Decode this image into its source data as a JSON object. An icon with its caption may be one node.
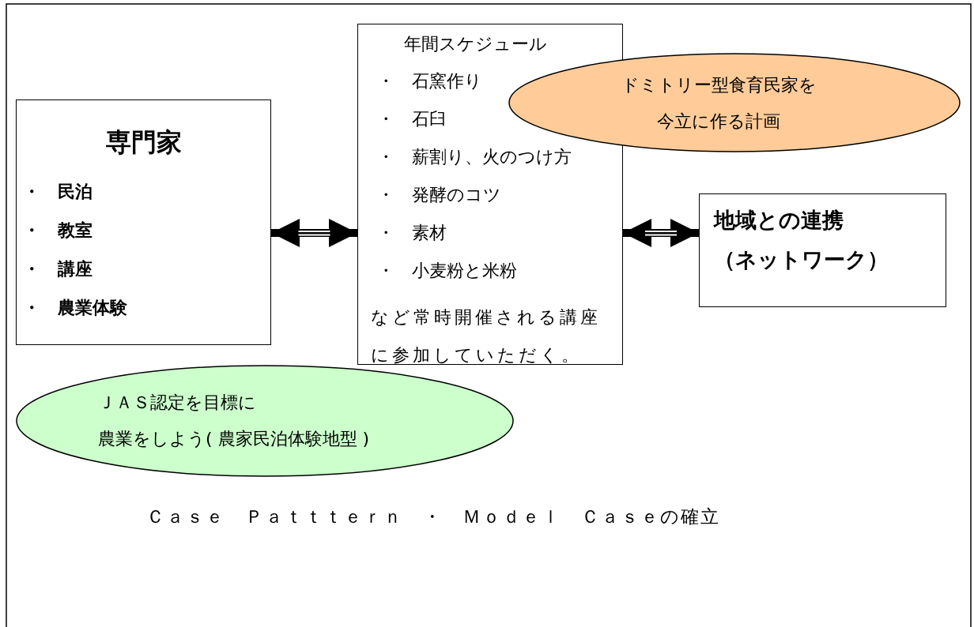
{
  "diagram": {
    "nodes": [
      {
        "text": [
          "専門家",
          "・　民泊",
          "・　教室",
          "・　講座",
          "・　農業体験"
        ]
      },
      {
        "text": [
          "年間スケジュール",
          "・　石窯作り",
          "・　石臼",
          "・　薪割り、火のつけ方",
          "・　発酵のコツ",
          "・　素材",
          "・　小麦粉と米粉",
          "など常時開催される講座に参加していただく。"
        ]
      },
      {
        "text": [
          "ドミトリー型食育民家を今立に作る計画"
        ]
      },
      {
        "text": [
          "地域との連携（ネットワーク）"
        ]
      },
      {
        "text": [
          "ＪＡＳ認定を目標に農業をしよう( 農家民泊体験地型 )"
        ]
      }
    ],
    "edges": [
      {
        "from": 0,
        "to": 1,
        "arrow": "both"
      },
      {
        "from": 1,
        "to": 3,
        "arrow": "both"
      }
    ],
    "labels": [
      "Ｃａｓｅ　Ｐａｔｔｔｅｒｎ　・　Ｍｏｄｅｌ　Ｃａｓｅの確立"
    ]
  }
}
